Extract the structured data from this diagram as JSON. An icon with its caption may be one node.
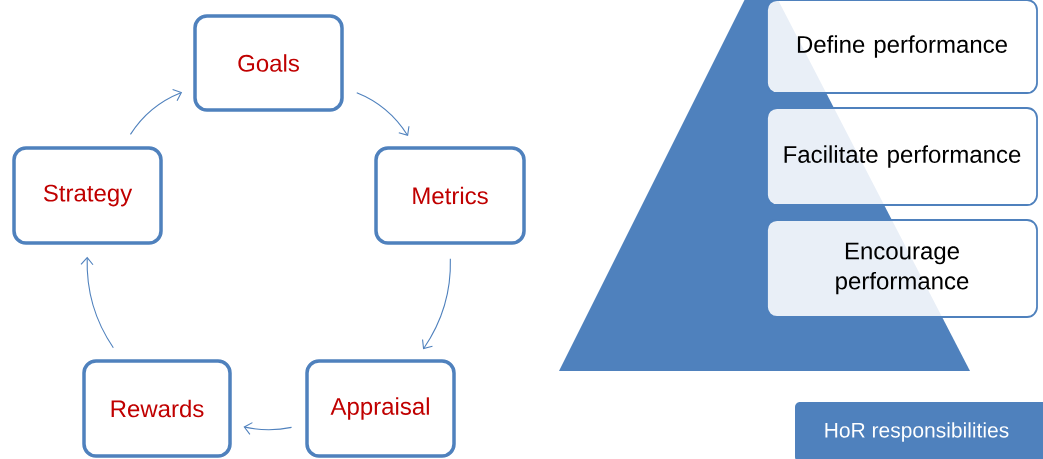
{
  "diagram": {
    "nodes": [
      {
        "text": [
          "Goals"
        ]
      },
      {
        "text": [
          "Metrics"
        ]
      },
      {
        "text": [
          "Appraisal"
        ]
      },
      {
        "text": [
          "Rewards"
        ]
      },
      {
        "text": [
          "Strategy"
        ]
      },
      {
        "text": [
          "Define performance"
        ]
      },
      {
        "text": [
          "Facilitate performance"
        ]
      },
      {
        "text": [
          "Encourage performance"
        ]
      },
      {
        "text": [
          "HoR responsibilities"
        ]
      }
    ],
    "edges": [
      {
        "from": 0,
        "to": 1,
        "arrow": "to"
      },
      {
        "from": 1,
        "to": 2,
        "arrow": "to"
      },
      {
        "from": 2,
        "to": 3,
        "arrow": "to"
      },
      {
        "from": 3,
        "to": 4,
        "arrow": "to"
      },
      {
        "from": 4,
        "to": 0,
        "arrow": "to"
      }
    ]
  }
}
